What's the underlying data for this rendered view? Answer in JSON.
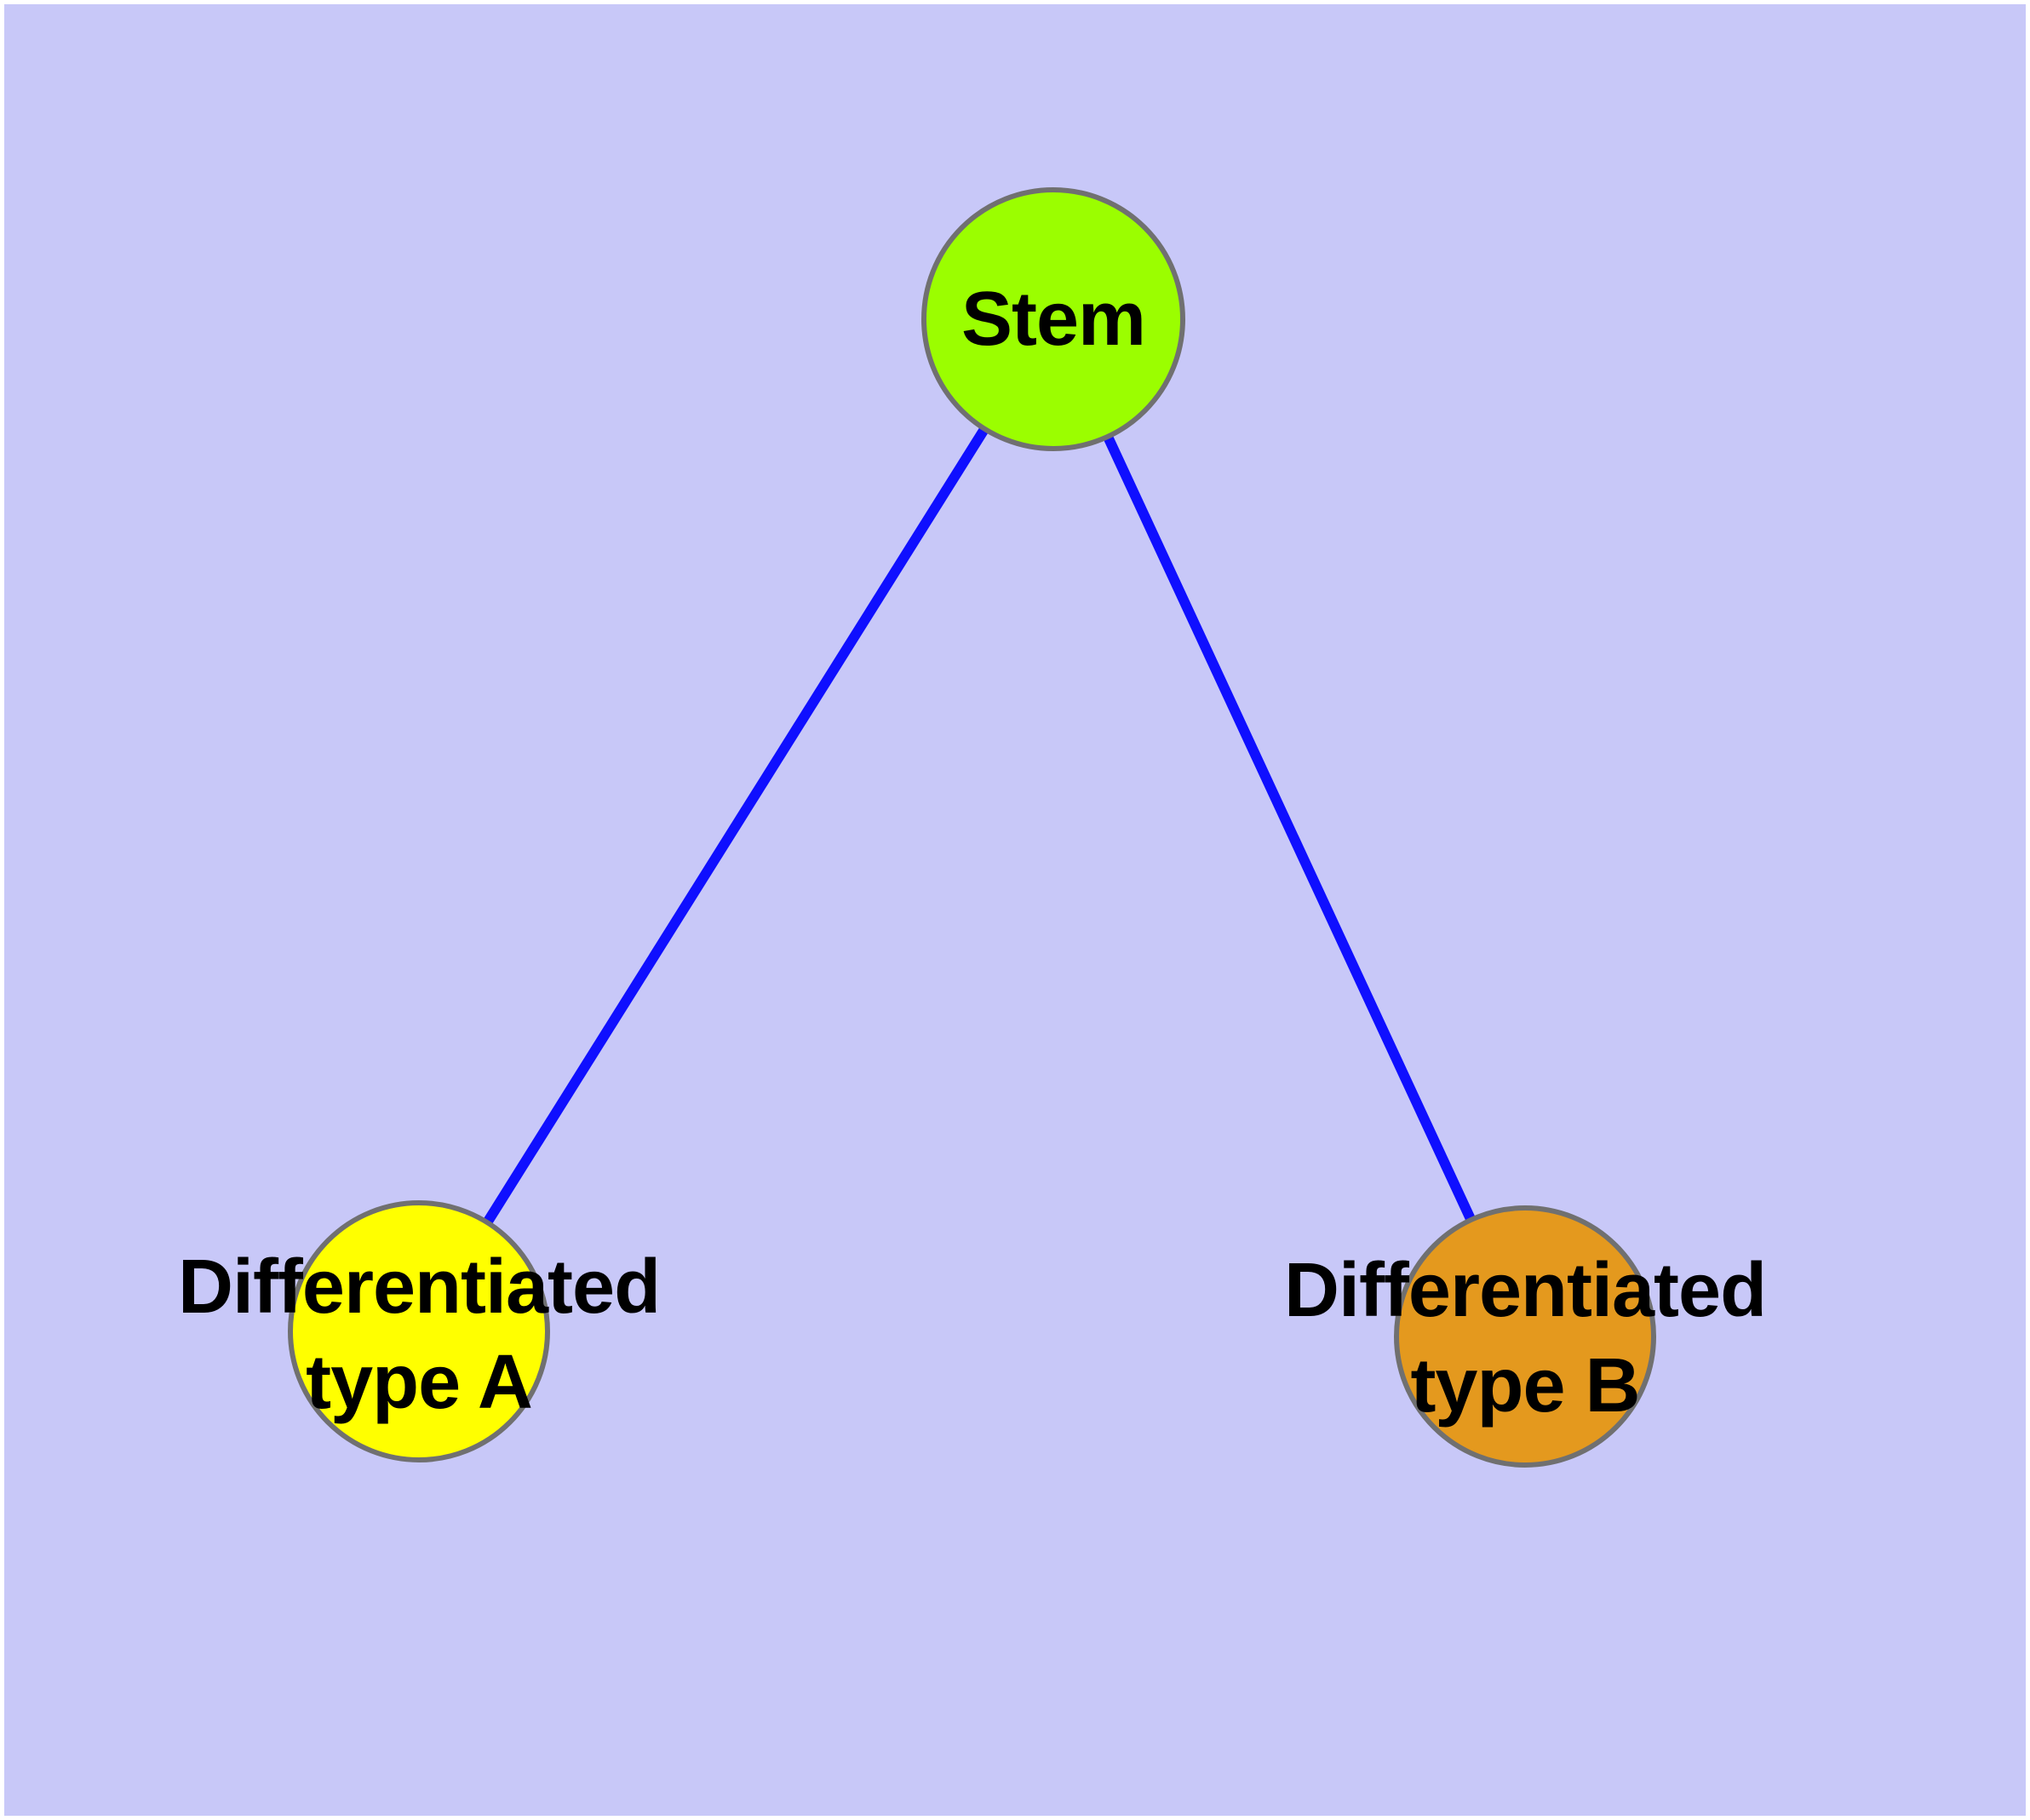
{
  "diagram": {
    "type": "graph",
    "background_color": "#C8C8F8",
    "frame_color": "#FFFFFF",
    "text_color": "#000000",
    "node_border_color": "#707070",
    "nodes": [
      {
        "id": "stem",
        "label": "Stem",
        "fill": "#9BFE00",
        "shape": "circle"
      },
      {
        "id": "type-a",
        "label": "Differentiated\ntype A",
        "fill": "#FFFF00",
        "shape": "circle"
      },
      {
        "id": "type-b",
        "label": "Differentiated\ntype B",
        "fill": "#E4991E",
        "shape": "circle"
      }
    ],
    "edges": [
      {
        "from": "stem",
        "to": "type-a",
        "color": "#0F0FFF"
      },
      {
        "from": "stem",
        "to": "type-b",
        "color": "#0F0FFF"
      }
    ]
  }
}
